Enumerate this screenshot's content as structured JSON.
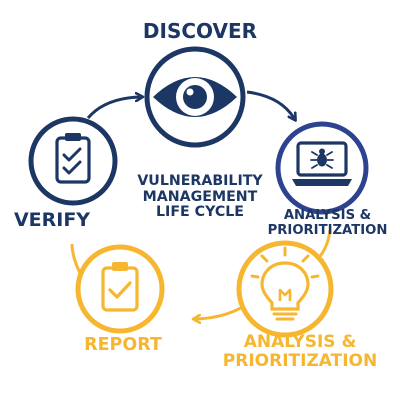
{
  "colors": {
    "navy": "#1c3764",
    "blue": "#2e4390",
    "gold": "#f7b62f",
    "white": "#ffffff"
  },
  "center_title": [
    "VULNERABILITY",
    "MANAGEMENT",
    "LIFE CYCLE"
  ],
  "stages": [
    {
      "label": [
        "DISCOVER"
      ],
      "icon": "eye-icon",
      "color": "navy"
    },
    {
      "label": [
        "ANALYSIS &",
        "PRIORITIZATION"
      ],
      "icon": "laptop-bug-icon",
      "color": "blue"
    },
    {
      "label": [
        "ANALYSIS &",
        "PRIORITIZATION"
      ],
      "icon": "lightbulb-icon",
      "color": "gold"
    },
    {
      "label": [
        "REPORT"
      ],
      "icon": "clipboard-check-icon",
      "color": "gold"
    },
    {
      "label": [
        "VERIFY"
      ],
      "icon": "checklist-clipboard-icon",
      "color": "navy"
    }
  ]
}
